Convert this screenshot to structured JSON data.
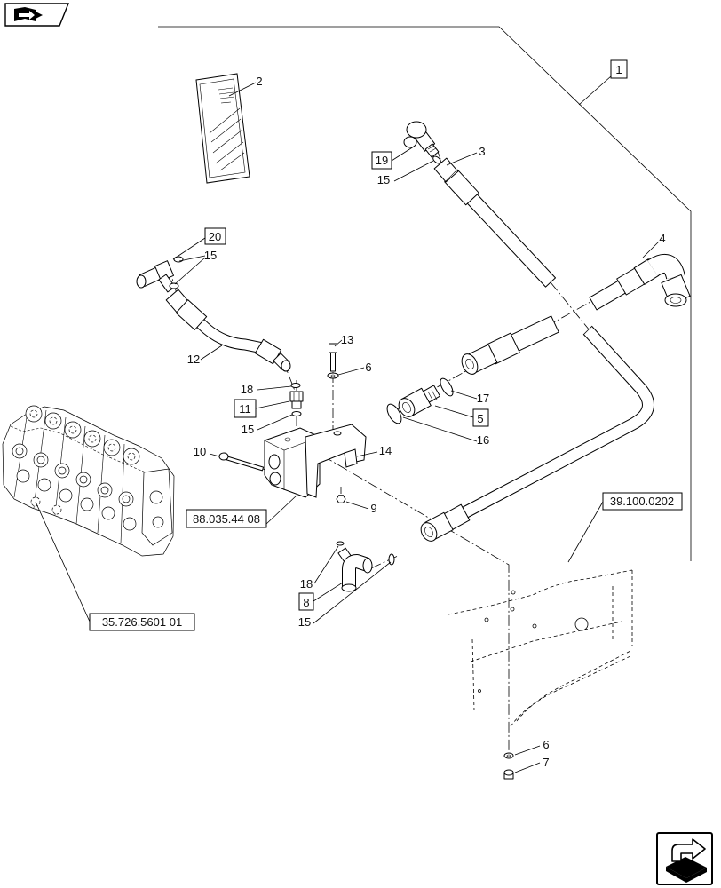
{
  "navigation": {
    "previous_icon": "book-back-arrow-icon",
    "next_icon": "page-forward-arrow-icon"
  },
  "callouts": [
    {
      "label": "1",
      "boxed": true
    },
    {
      "label": "2",
      "boxed": false
    },
    {
      "label": "19",
      "boxed": true
    },
    {
      "label": "3",
      "boxed": false
    },
    {
      "label": "15",
      "boxed": false
    },
    {
      "label": "4",
      "boxed": false
    },
    {
      "label": "20",
      "boxed": true
    },
    {
      "label": "15",
      "boxed": false
    },
    {
      "label": "12",
      "boxed": false
    },
    {
      "label": "13",
      "boxed": false
    },
    {
      "label": "6",
      "boxed": false
    },
    {
      "label": "18",
      "boxed": false
    },
    {
      "label": "11",
      "boxed": true
    },
    {
      "label": "15",
      "boxed": false
    },
    {
      "label": "17",
      "boxed": false
    },
    {
      "label": "5",
      "boxed": true
    },
    {
      "label": "16",
      "boxed": false
    },
    {
      "label": "10",
      "boxed": false
    },
    {
      "label": "14",
      "boxed": false
    },
    {
      "label": "9",
      "boxed": false
    },
    {
      "label": "18",
      "boxed": false
    },
    {
      "label": "8",
      "boxed": true
    },
    {
      "label": "15",
      "boxed": false
    },
    {
      "label": "6",
      "boxed": false
    },
    {
      "label": "7",
      "boxed": false
    }
  ],
  "references": [
    {
      "label": "88.035.44 08"
    },
    {
      "label": "39.100.0202"
    },
    {
      "label": "35.726.5601 01"
    }
  ]
}
